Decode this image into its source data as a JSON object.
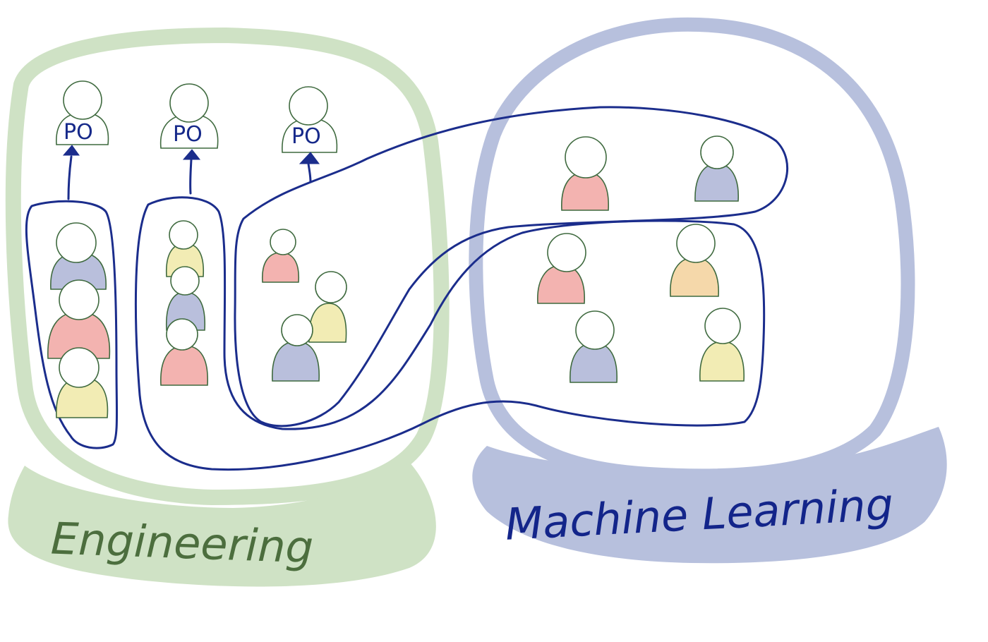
{
  "labels": {
    "engineering": "Engineering",
    "machine_learning": "Machine Learning",
    "po": "PO"
  },
  "colors": {
    "engineering_group": "#cfe2c5",
    "engineering_text": "#4c6e3e",
    "ml_group": "#b7c0dd",
    "ml_text": "#13258a",
    "team_outline": "#1b2d8c",
    "pink": "#f3b3b0",
    "blue": "#b9bfdc",
    "yellow": "#f2ecb4",
    "orange": "#f5d8aa",
    "white": "#ffffff"
  }
}
